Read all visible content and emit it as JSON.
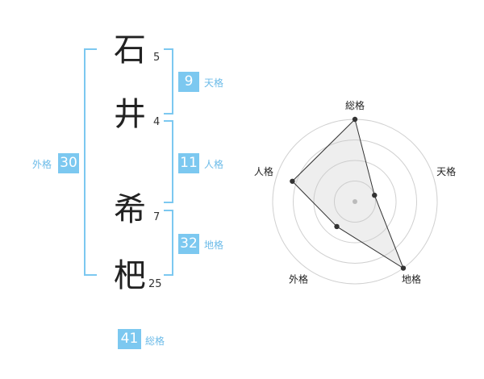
{
  "name": {
    "chars": [
      {
        "char": "石",
        "strokes": "5"
      },
      {
        "char": "井",
        "strokes": "4"
      },
      {
        "char": "希",
        "strokes": "7"
      },
      {
        "char": "杷",
        "strokes": "25"
      }
    ]
  },
  "fortunes": {
    "tenkaku": {
      "value": "9",
      "label": "天格"
    },
    "jinkaku": {
      "value": "11",
      "label": "人格"
    },
    "chikaku": {
      "value": "32",
      "label": "地格"
    },
    "gaikaku": {
      "value": "30",
      "label": "外格"
    },
    "soukaku": {
      "value": "41",
      "label": "総格"
    }
  },
  "colors": {
    "accent": "#7cc8f0",
    "accent_text": "#6cbbe8"
  },
  "chart_data": {
    "type": "radar",
    "axes": [
      "総格",
      "天格",
      "地格",
      "外格",
      "人格"
    ],
    "values": [
      4,
      1,
      4,
      1.5,
      3.2
    ],
    "max": 4,
    "rings": 4,
    "grid": true
  }
}
